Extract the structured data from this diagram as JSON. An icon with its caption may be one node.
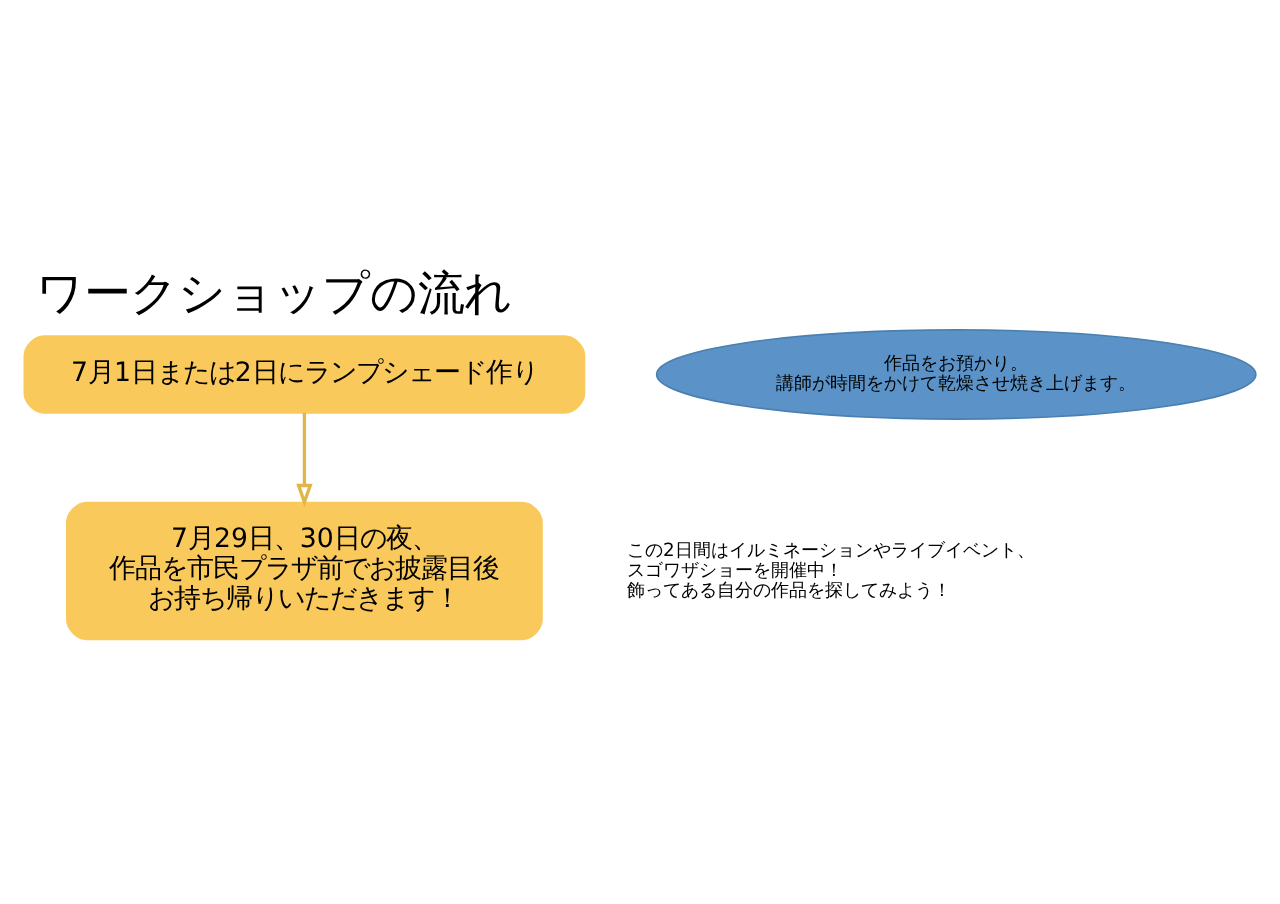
{
  "diagram": {
    "title": "ワークショップの流れ",
    "nodes": [
      {
        "text": [
          "7月1日または2日にランプシェード作り"
        ]
      },
      {
        "text": [
          "7月29日、30日の夜、作品を市民プラザ前でお披露目後お持ち帰りいただきます！"
        ]
      },
      {
        "text": [
          "作品をお預かり。講師が時間をかけて乾燥させ焼き上げます。"
        ]
      }
    ],
    "edges": [
      {
        "from": 0,
        "to": 1,
        "arrow": "to"
      }
    ],
    "labels": [
      "この2日間はイルミネーションやライブイベント、スゴワザショーを開催中！飾ってある自分の作品を探してみよう！"
    ]
  }
}
